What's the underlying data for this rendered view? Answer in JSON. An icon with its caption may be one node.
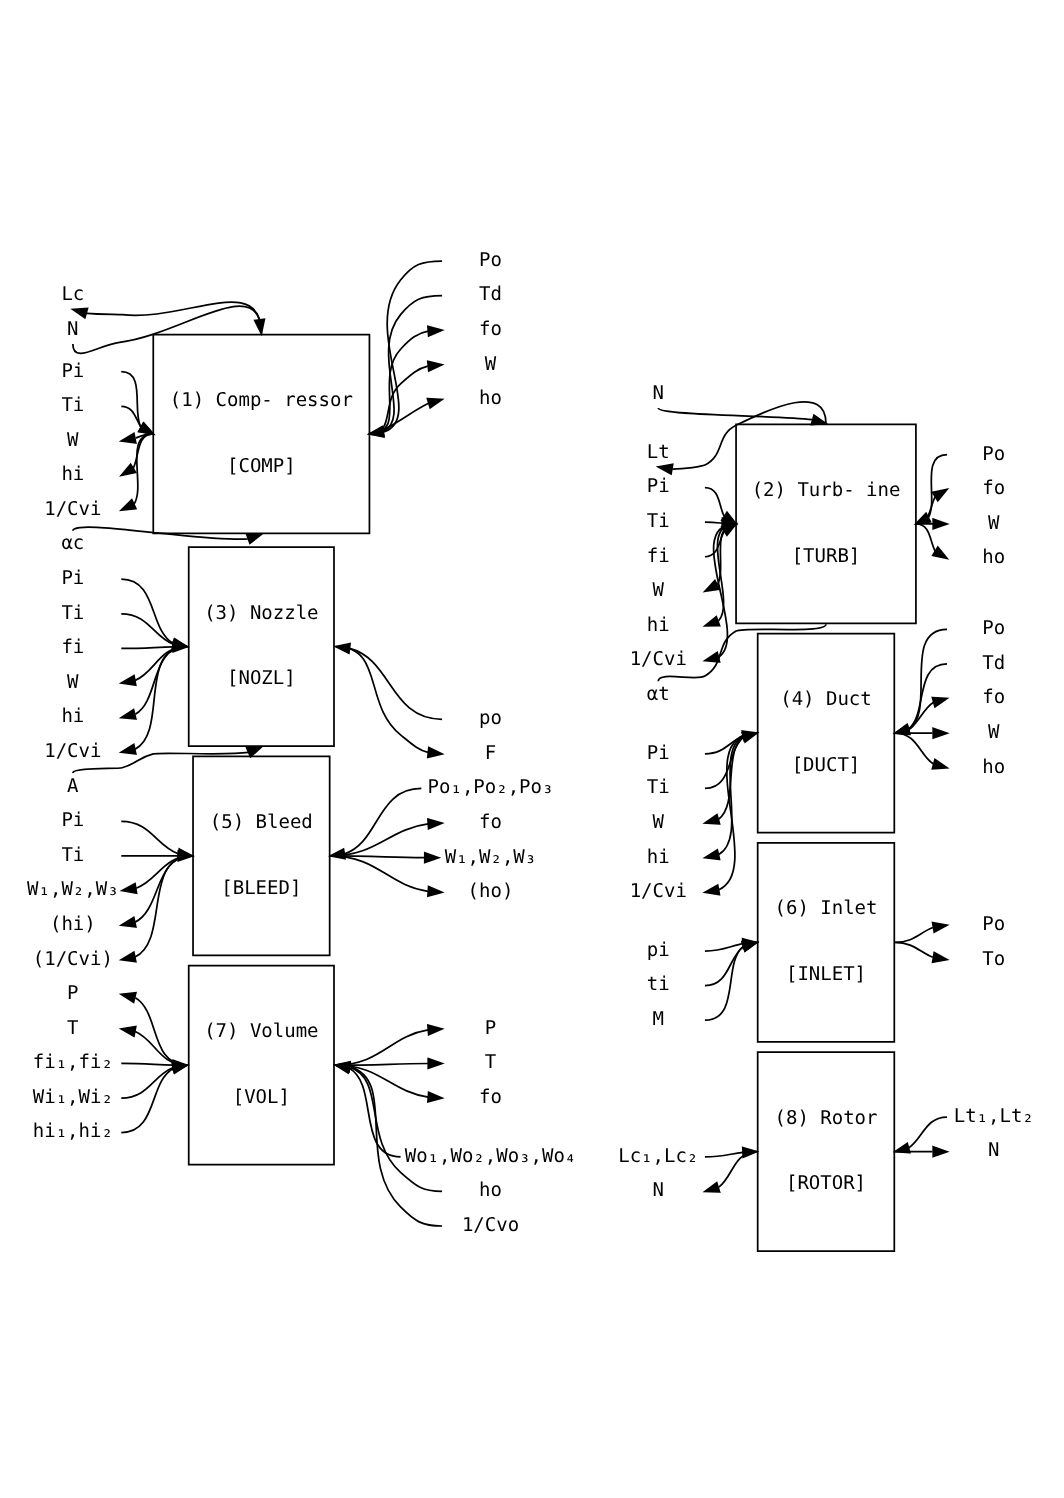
{
  "diagram": {
    "nodes": [
      {
        "text": [
          "(1) Comp- ressor",
          "[COMP]"
        ]
      },
      {
        "text": [
          "Lc"
        ]
      },
      {
        "text": [
          "N"
        ]
      },
      {
        "text": [
          "Pi"
        ]
      },
      {
        "text": [
          "Ti"
        ]
      },
      {
        "text": [
          "W"
        ]
      },
      {
        "text": [
          "hi"
        ]
      },
      {
        "text": [
          "1/Cvi"
        ]
      },
      {
        "text": [
          "Po"
        ]
      },
      {
        "text": [
          "Td"
        ]
      },
      {
        "text": [
          "fo"
        ]
      },
      {
        "text": [
          "W"
        ]
      },
      {
        "text": [
          "ho"
        ]
      },
      {
        "text": [
          "αc"
        ]
      },
      {
        "text": [
          "(2) Turb- ine",
          "[TURB]"
        ]
      },
      {
        "text": [
          "N"
        ]
      },
      {
        "text": [
          "Lt"
        ]
      },
      {
        "text": [
          "Pi"
        ]
      },
      {
        "text": [
          "Ti"
        ]
      },
      {
        "text": [
          "fi"
        ]
      },
      {
        "text": [
          "W"
        ]
      },
      {
        "text": [
          "hi"
        ]
      },
      {
        "text": [
          "1/Cvi"
        ]
      },
      {
        "text": [
          "Po"
        ]
      },
      {
        "text": [
          "fo"
        ]
      },
      {
        "text": [
          "W"
        ]
      },
      {
        "text": [
          "ho"
        ]
      },
      {
        "text": [
          "αt"
        ]
      },
      {
        "text": [
          "(3) Nozzle",
          "[NOZL]"
        ]
      },
      {
        "text": [
          "Pi"
        ]
      },
      {
        "text": [
          "Ti"
        ]
      },
      {
        "text": [
          "fi"
        ]
      },
      {
        "text": [
          "W"
        ]
      },
      {
        "text": [
          "hi"
        ]
      },
      {
        "text": [
          "1/Cvi"
        ]
      },
      {
        "text": [
          "po"
        ]
      },
      {
        "text": [
          "F"
        ]
      },
      {
        "text": [
          "A"
        ]
      },
      {
        "text": [
          "(4) Duct",
          "[DUCT]"
        ]
      },
      {
        "text": [
          "Pi"
        ]
      },
      {
        "text": [
          "Ti"
        ]
      },
      {
        "text": [
          "W"
        ]
      },
      {
        "text": [
          "hi"
        ]
      },
      {
        "text": [
          "1/Cvi"
        ]
      },
      {
        "text": [
          "Po"
        ]
      },
      {
        "text": [
          "Td"
        ]
      },
      {
        "text": [
          "fo"
        ]
      },
      {
        "text": [
          "W"
        ]
      },
      {
        "text": [
          "ho"
        ]
      },
      {
        "text": [
          "(5) Bleed",
          "[BLEED]"
        ]
      },
      {
        "text": [
          "Pi"
        ]
      },
      {
        "text": [
          "Ti"
        ]
      },
      {
        "text": [
          "W₁,W₂,W₃"
        ]
      },
      {
        "text": [
          "(hi)"
        ]
      },
      {
        "text": [
          "(1/Cvi)"
        ]
      },
      {
        "text": [
          "Po₁,Po₂,Po₃"
        ]
      },
      {
        "text": [
          "fo"
        ]
      },
      {
        "text": [
          "W₁,W₂,W₃"
        ]
      },
      {
        "text": [
          "(ho)"
        ]
      },
      {
        "text": [
          "(6) Inlet",
          "[INLET]"
        ]
      },
      {
        "text": [
          "pi"
        ]
      },
      {
        "text": [
          "ti"
        ]
      },
      {
        "text": [
          "M"
        ]
      },
      {
        "text": [
          "Po"
        ]
      },
      {
        "text": [
          "To"
        ]
      },
      {
        "text": [
          "(7) Volume",
          "[VOL]"
        ]
      },
      {
        "text": [
          "P"
        ]
      },
      {
        "text": [
          "T"
        ]
      },
      {
        "text": [
          "fi₁,fi₂"
        ]
      },
      {
        "text": [
          "Wi₁,Wi₂"
        ]
      },
      {
        "text": [
          "hi₁,hi₂"
        ]
      },
      {
        "text": [
          "P"
        ]
      },
      {
        "text": [
          "T"
        ]
      },
      {
        "text": [
          "fo"
        ]
      },
      {
        "text": [
          "Wo₁,Wo₂,Wo₃,Wo₄"
        ]
      },
      {
        "text": [
          "ho"
        ]
      },
      {
        "text": [
          "1/Cvo"
        ]
      },
      {
        "text": [
          "(8) Rotor",
          "[ROTOR]"
        ]
      },
      {
        "text": [
          "Lc₁,Lc₂"
        ]
      },
      {
        "text": [
          "N"
        ]
      },
      {
        "text": [
          "Lt₁,Lt₂"
        ]
      },
      {
        "text": [
          "N"
        ]
      }
    ],
    "edges": [
      {
        "from": 0,
        "to": 1,
        "arrow": "to"
      },
      {
        "from": 2,
        "to": 0,
        "arrow": "to"
      },
      {
        "from": 3,
        "to": 0,
        "arrow": "to"
      },
      {
        "from": 4,
        "to": 0,
        "arrow": "to"
      },
      {
        "from": 0,
        "to": 5,
        "arrow": "to"
      },
      {
        "from": 0,
        "to": 6,
        "arrow": "to"
      },
      {
        "from": 0,
        "to": 7,
        "arrow": "to"
      },
      {
        "from": 8,
        "to": 0,
        "arrow": "to"
      },
      {
        "from": 9,
        "to": 0,
        "arrow": "to"
      },
      {
        "from": 0,
        "to": 10,
        "arrow": "to"
      },
      {
        "from": 0,
        "to": 11,
        "arrow": "to"
      },
      {
        "from": 0,
        "to": 12,
        "arrow": "to"
      },
      {
        "from": 13,
        "to": 0,
        "arrow": "to"
      },
      {
        "from": 15,
        "to": 14,
        "arrow": "to"
      },
      {
        "from": 14,
        "to": 16,
        "arrow": "to"
      },
      {
        "from": 17,
        "to": 14,
        "arrow": "to"
      },
      {
        "from": 18,
        "to": 14,
        "arrow": "to"
      },
      {
        "from": 19,
        "to": 14,
        "arrow": "to"
      },
      {
        "from": 14,
        "to": 20,
        "arrow": "to"
      },
      {
        "from": 14,
        "to": 21,
        "arrow": "to"
      },
      {
        "from": 14,
        "to": 22,
        "arrow": "to"
      },
      {
        "from": 23,
        "to": 14,
        "arrow": "to"
      },
      {
        "from": 14,
        "to": 24,
        "arrow": "to"
      },
      {
        "from": 14,
        "to": 25,
        "arrow": "to"
      },
      {
        "from": 14,
        "to": 26,
        "arrow": "to"
      },
      {
        "from": 14,
        "to": 27,
        "arrow": "none"
      },
      {
        "from": 29,
        "to": 28,
        "arrow": "to"
      },
      {
        "from": 30,
        "to": 28,
        "arrow": "to"
      },
      {
        "from": 31,
        "to": 28,
        "arrow": "to"
      },
      {
        "from": 28,
        "to": 32,
        "arrow": "to"
      },
      {
        "from": 28,
        "to": 33,
        "arrow": "to"
      },
      {
        "from": 28,
        "to": 34,
        "arrow": "to"
      },
      {
        "from": 35,
        "to": 28,
        "arrow": "to"
      },
      {
        "from": 28,
        "to": 36,
        "arrow": "to"
      },
      {
        "from": 37,
        "to": 28,
        "arrow": "to"
      },
      {
        "from": 39,
        "to": 38,
        "arrow": "to"
      },
      {
        "from": 40,
        "to": 38,
        "arrow": "to"
      },
      {
        "from": 38,
        "to": 41,
        "arrow": "to"
      },
      {
        "from": 38,
        "to": 42,
        "arrow": "to"
      },
      {
        "from": 38,
        "to": 43,
        "arrow": "to"
      },
      {
        "from": 44,
        "to": 38,
        "arrow": "to"
      },
      {
        "from": 45,
        "to": 38,
        "arrow": "to"
      },
      {
        "from": 38,
        "to": 46,
        "arrow": "to"
      },
      {
        "from": 38,
        "to": 47,
        "arrow": "to"
      },
      {
        "from": 38,
        "to": 48,
        "arrow": "to"
      },
      {
        "from": 50,
        "to": 49,
        "arrow": "to"
      },
      {
        "from": 51,
        "to": 49,
        "arrow": "to"
      },
      {
        "from": 49,
        "to": 52,
        "arrow": "to"
      },
      {
        "from": 49,
        "to": 53,
        "arrow": "to"
      },
      {
        "from": 49,
        "to": 54,
        "arrow": "to"
      },
      {
        "from": 55,
        "to": 49,
        "arrow": "to"
      },
      {
        "from": 49,
        "to": 56,
        "arrow": "to"
      },
      {
        "from": 49,
        "to": 57,
        "arrow": "to"
      },
      {
        "from": 49,
        "to": 58,
        "arrow": "to"
      },
      {
        "from": 60,
        "to": 59,
        "arrow": "to"
      },
      {
        "from": 61,
        "to": 59,
        "arrow": "to"
      },
      {
        "from": 62,
        "to": 59,
        "arrow": "to"
      },
      {
        "from": 59,
        "to": 63,
        "arrow": "to"
      },
      {
        "from": 59,
        "to": 64,
        "arrow": "to"
      },
      {
        "from": 65,
        "to": 66,
        "arrow": "to"
      },
      {
        "from": 65,
        "to": 67,
        "arrow": "to"
      },
      {
        "from": 68,
        "to": 65,
        "arrow": "to"
      },
      {
        "from": 69,
        "to": 65,
        "arrow": "to"
      },
      {
        "from": 70,
        "to": 65,
        "arrow": "to"
      },
      {
        "from": 65,
        "to": 71,
        "arrow": "to"
      },
      {
        "from": 65,
        "to": 72,
        "arrow": "to"
      },
      {
        "from": 65,
        "to": 73,
        "arrow": "to"
      },
      {
        "from": 74,
        "to": 65,
        "arrow": "to"
      },
      {
        "from": 75,
        "to": 65,
        "arrow": "to"
      },
      {
        "from": 76,
        "to": 65,
        "arrow": "to"
      },
      {
        "from": 78,
        "to": 77,
        "arrow": "to"
      },
      {
        "from": 77,
        "to": 79,
        "arrow": "to"
      },
      {
        "from": 80,
        "to": 77,
        "arrow": "to"
      },
      {
        "from": 77,
        "to": 81,
        "arrow": "to"
      }
    ]
  }
}
